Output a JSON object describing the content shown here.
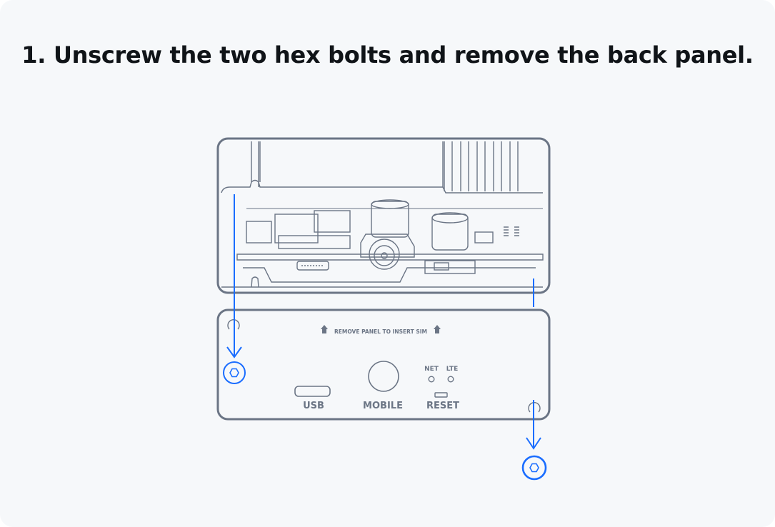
{
  "title": "1. Unscrew the two hex bolts and remove the back panel.",
  "panel": {
    "notice": "REMOVE PANEL TO INSERT SIM",
    "led_net": "NET",
    "led_lte": "LTE",
    "port_usb": "USB",
    "port_mobile": "MOBILE",
    "button_reset": "RESET"
  },
  "colors": {
    "accent": "#1a6dff",
    "outline": "#6b7585",
    "background": "#f6f8fa"
  }
}
